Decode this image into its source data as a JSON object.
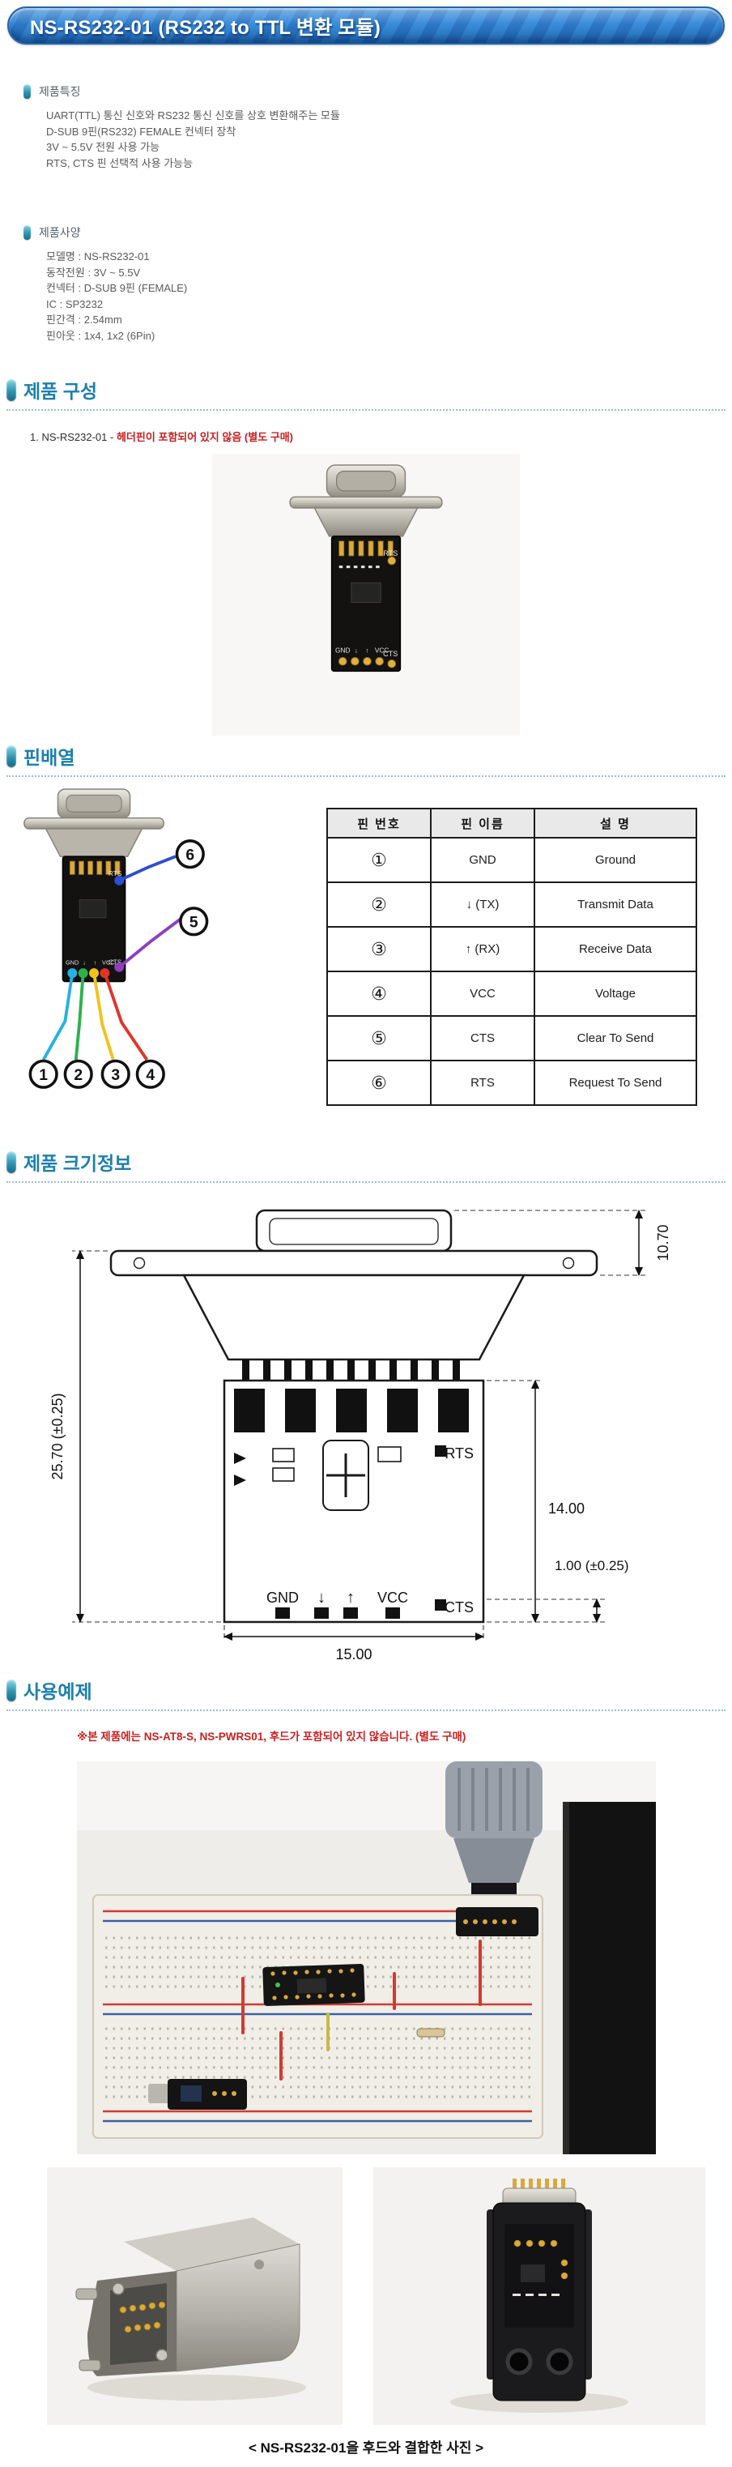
{
  "colors": {
    "accent_teal": "#1c7fad",
    "banner_blue": "#2171c4",
    "note_red": "#c81e1e",
    "table_header_bg": "#e9e9e9"
  },
  "header": {
    "title": "NS-RS232-01 (RS232 to TTL 변환 모듈)"
  },
  "features": {
    "heading": "제품특징",
    "items": [
      "UART(TTL) 통신 신호와 RS232 통신 신호를 상호 변환해주는 모듈",
      "D-SUB 9핀(RS232) FEMALE 컨넥터 장착",
      "3V ~ 5.5V 전원 사용 가능",
      "RTS, CTS 핀 선택적 사용 가능능"
    ]
  },
  "specs": {
    "heading": "제품사양",
    "items": [
      "모델명 : NS-RS232-01",
      "동작전원 : 3V ~ 5.5V",
      "컨넥터 : D-SUB 9핀 (FEMALE)",
      "IC : SP3232",
      "핀간격 : 2.54mm",
      "핀아웃 : 1x4, 1x2 (6Pin)"
    ]
  },
  "composition": {
    "heading": "제품 구성",
    "item_label": "1. NS-RS232-01 - ",
    "item_note_red": "헤더핀이 포함되어 있지 않음 (별도 구매)"
  },
  "pinout": {
    "heading": "핀배열",
    "table": {
      "headers": [
        "핀 번호",
        "핀 이름",
        "설 명"
      ],
      "rows": [
        [
          "①",
          "GND",
          "Ground"
        ],
        [
          "②",
          "↓ (TX)",
          "Transmit Data"
        ],
        [
          "③",
          "↑ (RX)",
          "Receive Data"
        ],
        [
          "④",
          "VCC",
          "Voltage"
        ],
        [
          "⑤",
          "CTS",
          "Clear To Send"
        ],
        [
          "⑥",
          "RTS",
          "Request To Send"
        ]
      ]
    },
    "callout_numbers": [
      "1",
      "2",
      "3",
      "4",
      "5",
      "6"
    ],
    "callout_colors": [
      "#25b2e2",
      "#2cb14d",
      "#f2c21c",
      "#e03428",
      "#8d3fc0",
      "#2d4fd2"
    ]
  },
  "board": {
    "rts": "RTS",
    "cts": "CTS",
    "gnd": "GND",
    "vcc": "VCC",
    "tx_arrow": "↓",
    "rx_arrow": "↑"
  },
  "dimensions": {
    "heading": "제품 크기정보",
    "connector_height": "10.70",
    "total_height": "25.70 (±0.25)",
    "pcb_height": "14.00",
    "pcb_thickness": "1.00 (±0.25)",
    "pcb_width": "15.00"
  },
  "usage": {
    "heading": "사용예제",
    "note": "※본 제품에는 NS-AT8-S, NS-PWRS01, 후드가 포함되어 있지 않습니다. (별도 구매)",
    "caption": "< NS-RS232-01을 후드와 결합한 사진 >"
  }
}
